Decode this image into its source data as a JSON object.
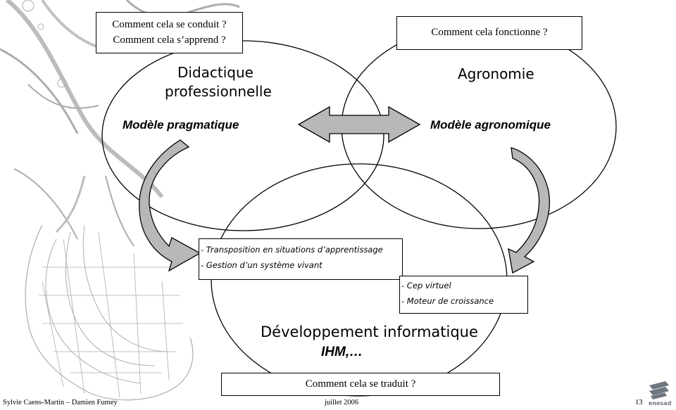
{
  "question_boxes": {
    "pragmatic": [
      "Comment cela se conduit ?",
      "Comment cela s’apprend ?"
    ],
    "agronomic": "Comment cela fonctionne ?",
    "translation": "Comment cela se traduit ?"
  },
  "circles": {
    "didactique": {
      "title_line1": "Didactique",
      "title_line2": "professionnelle",
      "model": "Modèle pragmatique"
    },
    "agronomie": {
      "title": "Agronomie",
      "model": "Modèle agronomique"
    },
    "developpement": {
      "title": "Développement informatique",
      "subtitle": "IHM,…"
    }
  },
  "learning_box": {
    "items": [
      "- Transposition en situations d’apprentissage",
      "- Gestion d’un système vivant"
    ]
  },
  "tech_box": {
    "items": [
      "- Cep virtuel",
      "- Moteur de croissance"
    ]
  },
  "footer": {
    "authors": "Sylvie Caens-Martin – Damien Fumey",
    "date": "juillet 2006",
    "page": "13",
    "logo_text": "enesad"
  },
  "colors": {
    "arrow_fill": "#b8b8b8",
    "sketch": "#8a8a8a",
    "logo": "#6f7680"
  }
}
